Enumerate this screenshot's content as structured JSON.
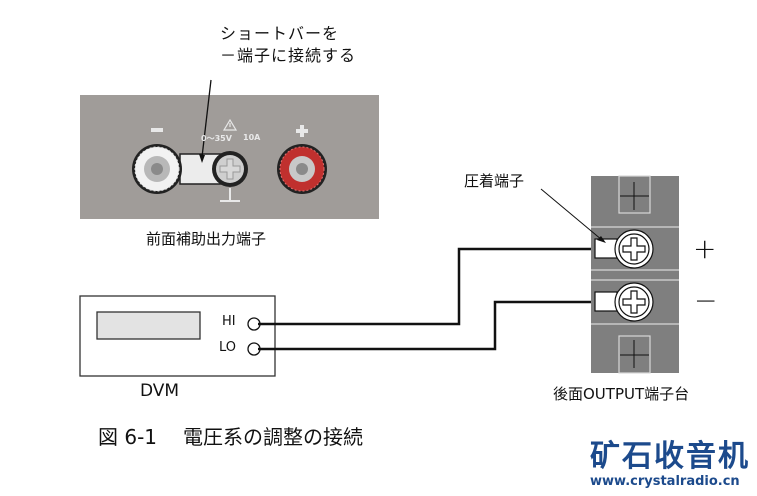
{
  "callout": {
    "line1": "ショートバーを",
    "line2": "－端子に接続する"
  },
  "front_panel": {
    "label": "前面補助出力端子",
    "minus_symbol": "−",
    "plus_symbol": "+",
    "rating_voltage": "0～35V",
    "rating_current": "10A",
    "warning_icon": "warning-triangle-icon",
    "colors": {
      "panel": "#a09c99",
      "positive_terminal": "#c0302e"
    }
  },
  "dvm": {
    "label": "DVM",
    "hi_label": "HI",
    "lo_label": "LO"
  },
  "rear_terminal": {
    "label": "後面OUTPUT端子台",
    "crimp_label": "圧着端子",
    "plus_label": "+",
    "minus_label": "−",
    "colors": {
      "block": "#7f7f7f"
    }
  },
  "caption": {
    "figure_number": "図 6-1",
    "title": "電圧系の調整の接続"
  },
  "watermark": {
    "brand": "矿石收音机",
    "url": "www.crystalradio.cn",
    "color": "#1c4a8c"
  }
}
